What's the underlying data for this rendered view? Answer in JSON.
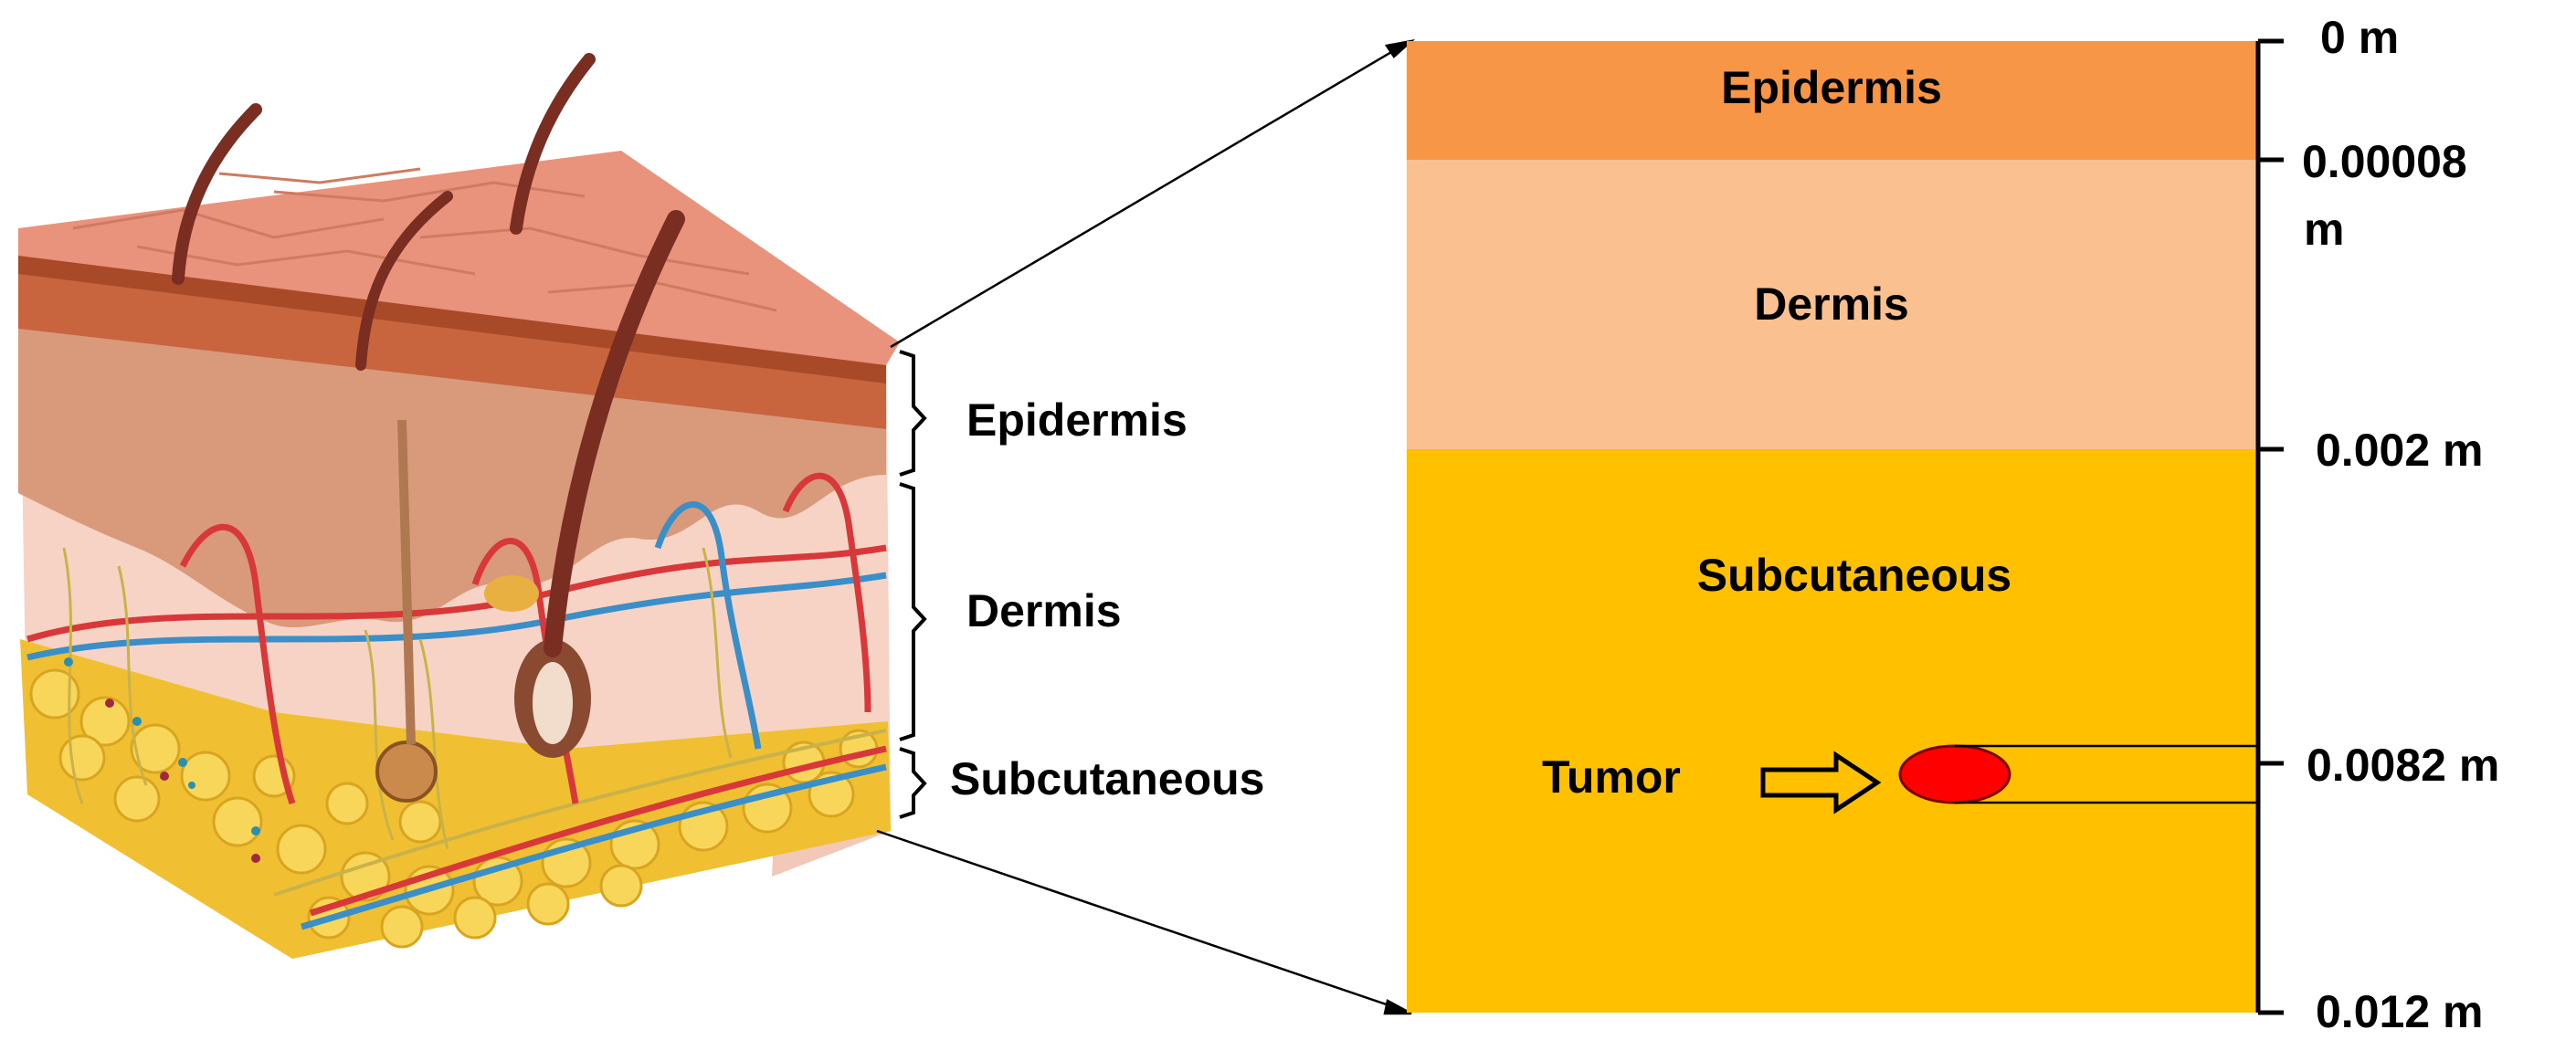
{
  "skin_labels": {
    "epidermis": "Epidermis",
    "dermis": "Dermis",
    "subcutaneous": "Subcutaneous"
  },
  "layers": {
    "epidermis": "Epidermis",
    "dermis": "Dermis",
    "subcutaneous": "Subcutaneous",
    "tumor": "Tumor"
  },
  "depth_scale": {
    "d0": "0 m",
    "d1a": "0.00008",
    "d1b": "m",
    "d2": "0.002 m",
    "d3": "0.0082 m",
    "d4": "0.012 m"
  },
  "colors": {
    "epidermis": "#F79646",
    "dermis": "#FAC090",
    "subcutaneous": "#FFC000",
    "tumor": "#FF0000"
  },
  "icons": [
    "skin-cross-section-illustration",
    "hollow-right-arrow-icon",
    "tumor-ellipse"
  ]
}
